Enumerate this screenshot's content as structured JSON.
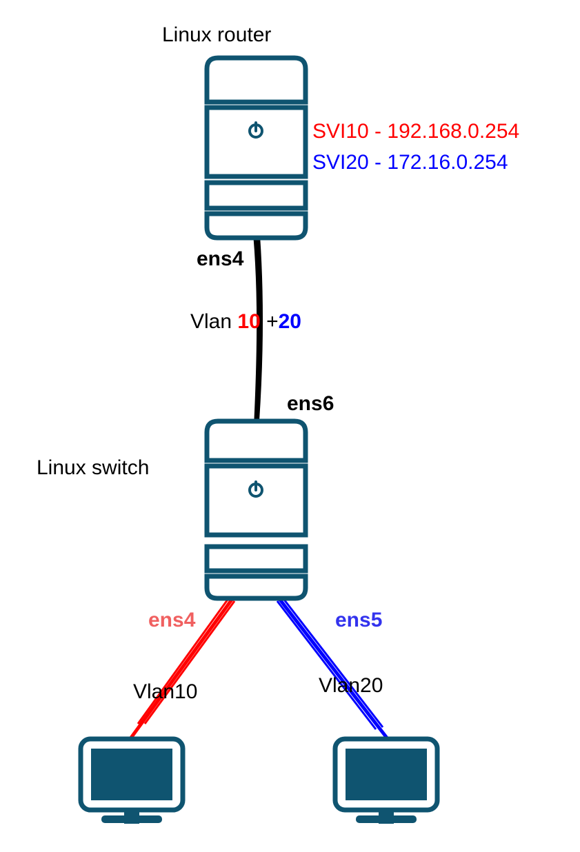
{
  "colors": {
    "device": "#0f5470",
    "screen": "#0f5470",
    "trunk": "#000000",
    "vlan10": "#ff0000",
    "vlan20": "#0000ff",
    "ens4_switch": "#f06060",
    "text": "#000000"
  },
  "router": {
    "title": "Linux router",
    "icon": "power-icon",
    "svi10": "SVI10 - 192.168.0.254",
    "svi20": "SVI20 - 172.16.0.254",
    "port": "ens4"
  },
  "trunk": {
    "prefix": "Vlan ",
    "vlan_a": "10",
    "sep": " +",
    "vlan_b": "20"
  },
  "switch": {
    "title": "Linux switch",
    "icon": "power-icon",
    "uplink_port": "ens6",
    "port_left": "ens4",
    "port_right": "ens5"
  },
  "links": {
    "left_vlan": "Vlan10",
    "right_vlan": "Vlan20"
  },
  "hosts": [
    {
      "icon": "monitor-icon"
    },
    {
      "icon": "monitor-icon"
    }
  ]
}
